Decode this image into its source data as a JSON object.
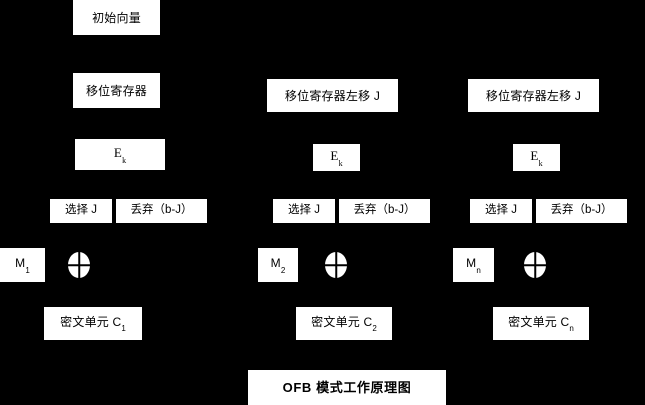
{
  "diagram": {
    "title": "OFB 模式工作原理图",
    "background_color": "#000000",
    "node_fill_color": "#ffffff",
    "node_text_color": "#000000",
    "initial_vector": "初始向量",
    "columns": [
      {
        "id": "column-1",
        "shift_register": "移位寄存器",
        "encrypt_base": "E",
        "encrypt_subscript": "k",
        "select_label": "选择 J",
        "discard_label": "丢弃（b-J）",
        "plaintext_base": "M",
        "plaintext_subscript": "1",
        "xor_symbol": "xor-operator",
        "ciphertext_label": "密文单元 C",
        "ciphertext_subscript": "1"
      },
      {
        "id": "column-2",
        "shift_register": "移位寄存器左移 J",
        "encrypt_base": "E",
        "encrypt_subscript": "k",
        "select_label": "选择 J",
        "discard_label": "丢弃（b-J）",
        "plaintext_base": "M",
        "plaintext_subscript": "2",
        "xor_symbol": "xor-operator",
        "ciphertext_label": "密文单元 C",
        "ciphertext_subscript": "2"
      },
      {
        "id": "column-3",
        "shift_register": "移位寄存器左移 J",
        "encrypt_base": "E",
        "encrypt_subscript": "k",
        "select_label": "选择 J",
        "discard_label": "丢弃（b-J）",
        "plaintext_base": "M",
        "plaintext_subscript": "n",
        "xor_symbol": "xor-operator",
        "ciphertext_label": "密文单元 C",
        "ciphertext_subscript": "n"
      }
    ]
  }
}
